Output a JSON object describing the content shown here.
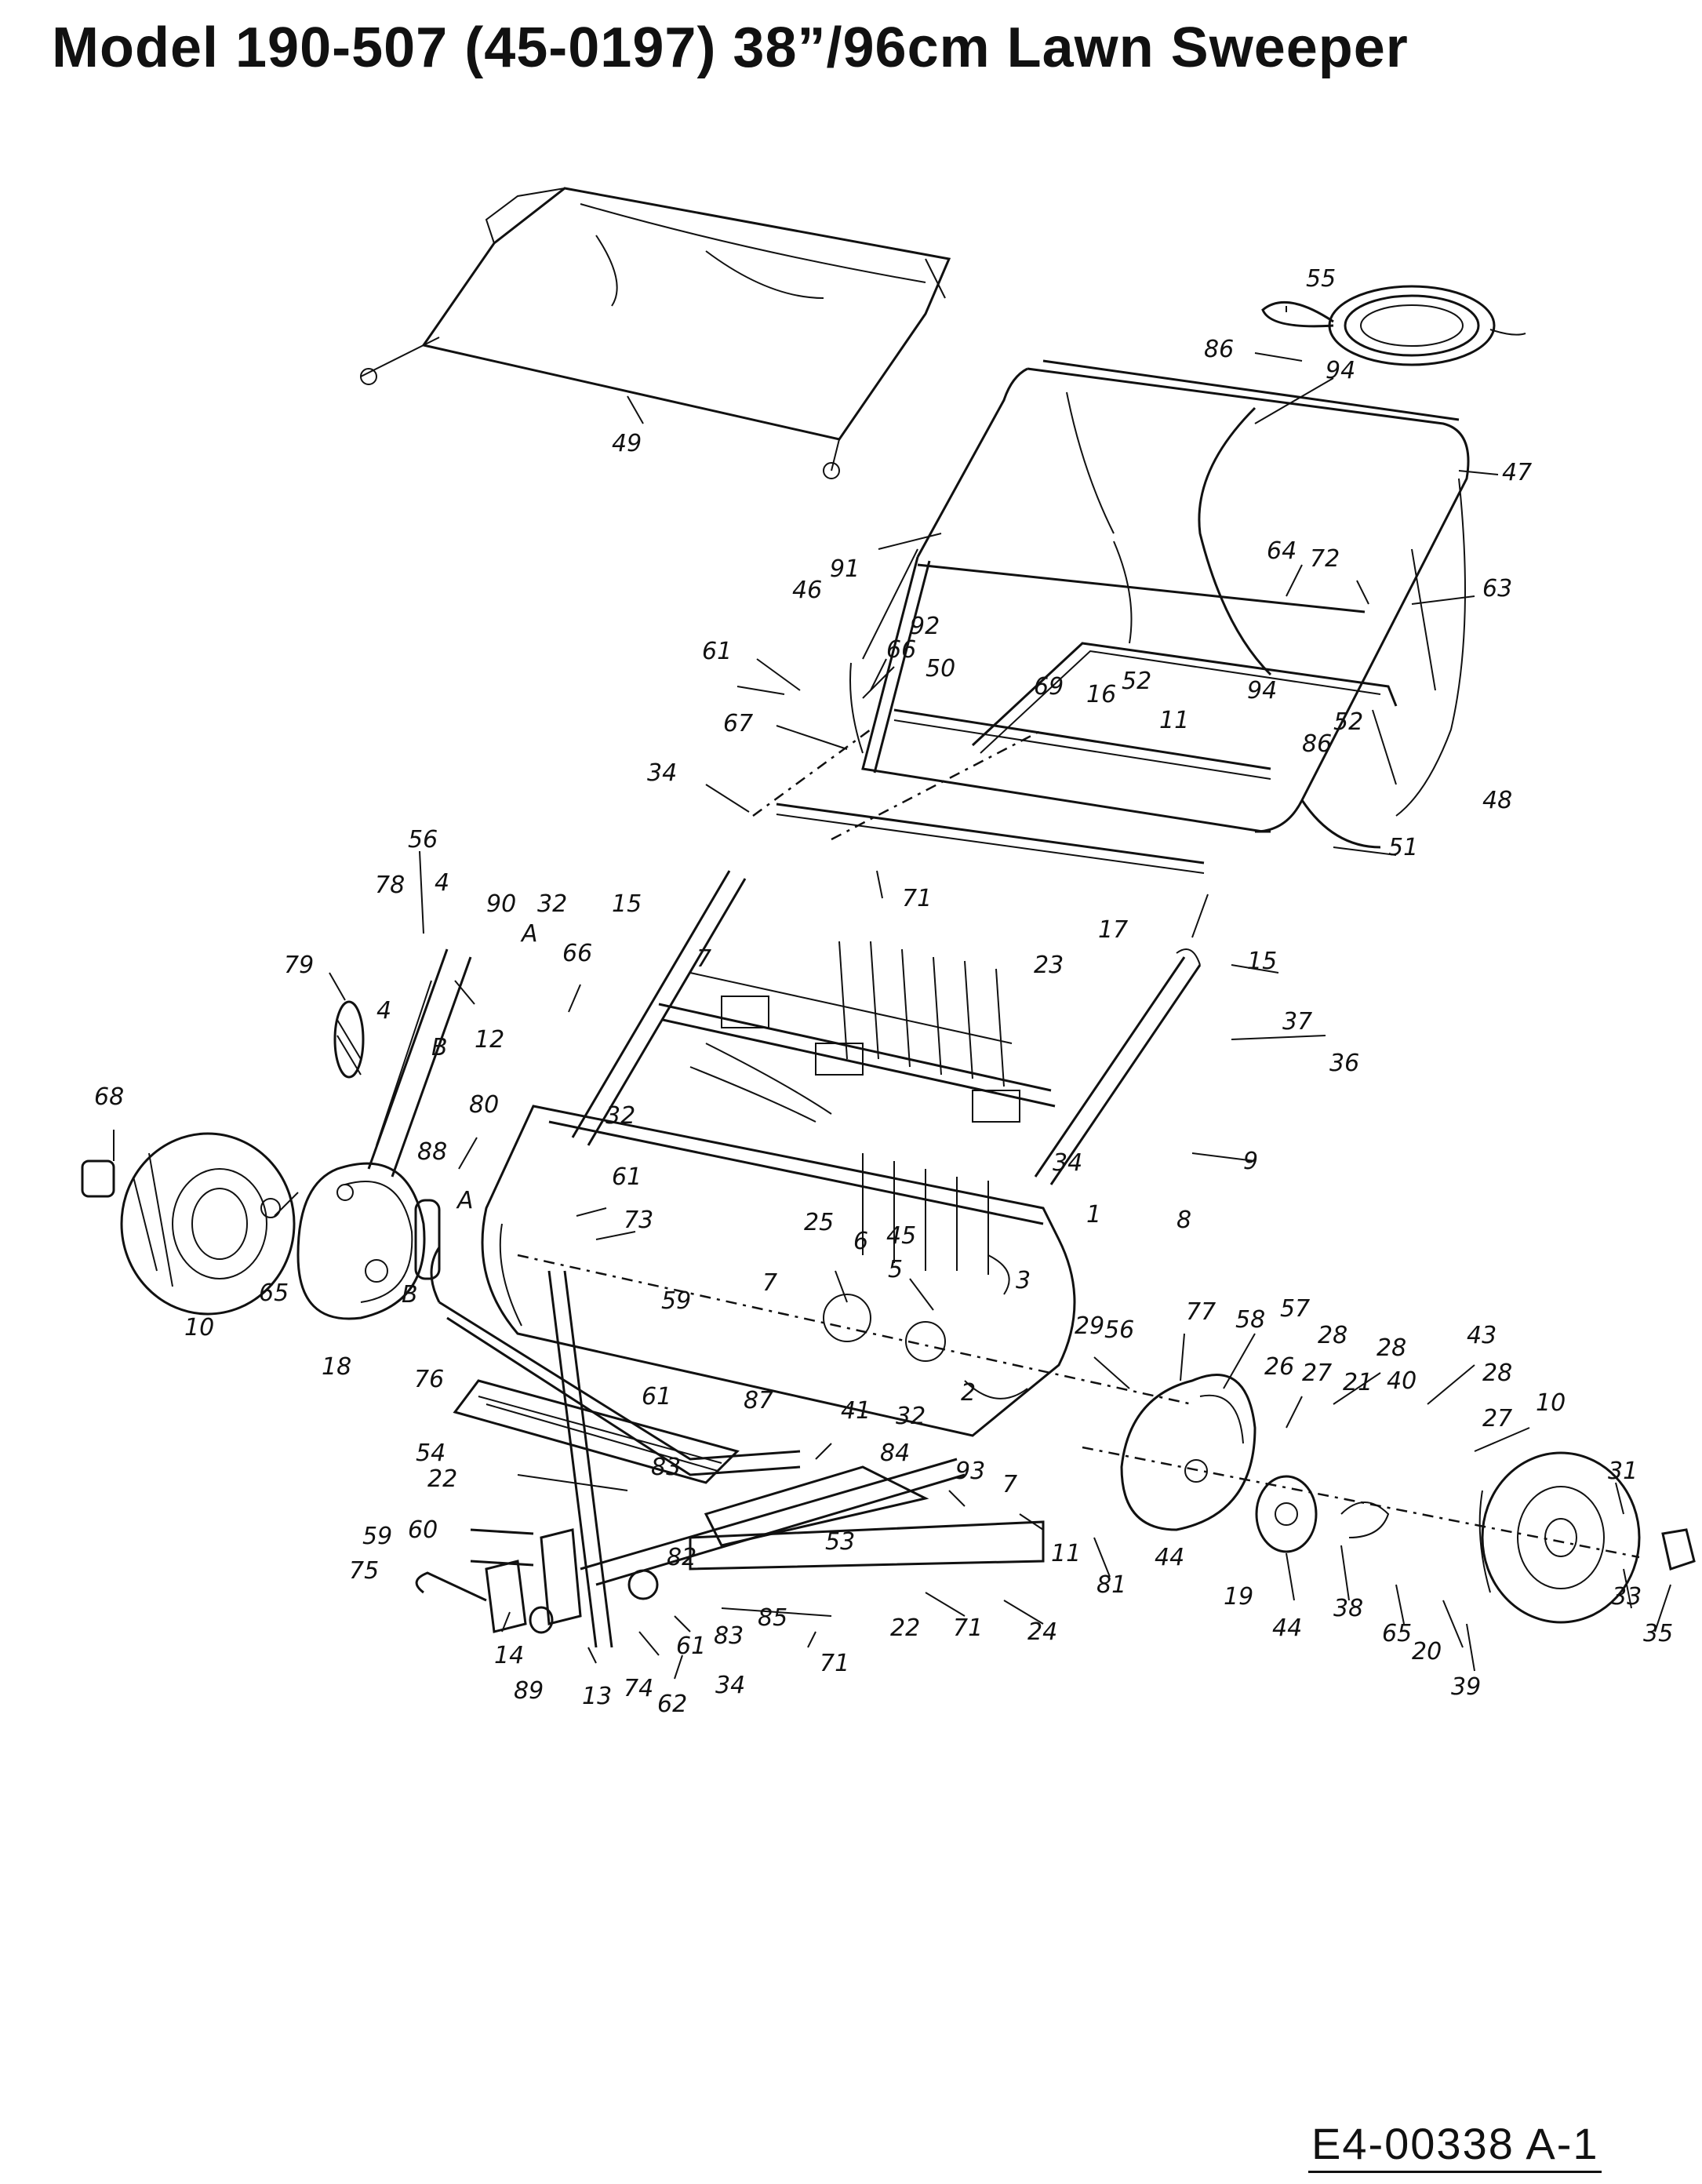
{
  "title": "Model 190-507 (45-0197) 38”/96cm Lawn Sweeper",
  "drawing_code": "E4-00338 A-1",
  "icons": [
    "hopper-cover",
    "hopper-frame",
    "tie-strap",
    "brush",
    "wheel",
    "gear-housing",
    "handle"
  ],
  "callouts": [
    {
      "id": "c1",
      "text": "55"
    },
    {
      "id": "c2",
      "text": "86"
    },
    {
      "id": "c3",
      "text": "94"
    },
    {
      "id": "c4",
      "text": "47"
    },
    {
      "id": "c5",
      "text": "49"
    },
    {
      "id": "c6",
      "text": "64"
    },
    {
      "id": "c7",
      "text": "72"
    },
    {
      "id": "c8",
      "text": "63"
    },
    {
      "id": "c9",
      "text": "91"
    },
    {
      "id": "c10",
      "text": "46"
    },
    {
      "id": "c11",
      "text": "92"
    },
    {
      "id": "c12",
      "text": "61"
    },
    {
      "id": "c13",
      "text": "66"
    },
    {
      "id": "c14",
      "text": "50"
    },
    {
      "id": "c15",
      "text": "69"
    },
    {
      "id": "c16",
      "text": "16"
    },
    {
      "id": "c17",
      "text": "52"
    },
    {
      "id": "c18",
      "text": "94"
    },
    {
      "id": "c19",
      "text": "52"
    },
    {
      "id": "c20",
      "text": "86"
    },
    {
      "id": "c21",
      "text": "67"
    },
    {
      "id": "c22",
      "text": "11"
    },
    {
      "id": "c23",
      "text": "48"
    },
    {
      "id": "c24",
      "text": "34"
    },
    {
      "id": "c25",
      "text": "51"
    },
    {
      "id": "c26",
      "text": "71"
    },
    {
      "id": "c27",
      "text": "17"
    },
    {
      "id": "c28",
      "text": "56"
    },
    {
      "id": "c29",
      "text": "78"
    },
    {
      "id": "c30",
      "text": "4"
    },
    {
      "id": "c31",
      "text": "90"
    },
    {
      "id": "c32",
      "text": "32"
    },
    {
      "id": "c33",
      "text": "A"
    },
    {
      "id": "c34",
      "text": "15"
    },
    {
      "id": "c35",
      "text": "79"
    },
    {
      "id": "c36",
      "text": "4"
    },
    {
      "id": "c37",
      "text": "B"
    },
    {
      "id": "c38",
      "text": "12"
    },
    {
      "id": "c39",
      "text": "66"
    },
    {
      "id": "c40",
      "text": "7"
    },
    {
      "id": "c41",
      "text": "23"
    },
    {
      "id": "c42",
      "text": "15"
    },
    {
      "id": "c43",
      "text": "37"
    },
    {
      "id": "c44",
      "text": "36"
    },
    {
      "id": "c45",
      "text": "68"
    },
    {
      "id": "c46",
      "text": "80"
    },
    {
      "id": "c47",
      "text": "32"
    },
    {
      "id": "c48",
      "text": "88"
    },
    {
      "id": "c49",
      "text": "61"
    },
    {
      "id": "c50",
      "text": "73"
    },
    {
      "id": "c51",
      "text": "A"
    },
    {
      "id": "c52",
      "text": "34"
    },
    {
      "id": "c53",
      "text": "9"
    },
    {
      "id": "c54",
      "text": "8"
    },
    {
      "id": "c55",
      "text": "1"
    },
    {
      "id": "c56",
      "text": "25"
    },
    {
      "id": "c57",
      "text": "6"
    },
    {
      "id": "c58",
      "text": "45"
    },
    {
      "id": "c59",
      "text": "5"
    },
    {
      "id": "c60",
      "text": "3"
    },
    {
      "id": "c61",
      "text": "7"
    },
    {
      "id": "c62",
      "text": "65"
    },
    {
      "id": "c63",
      "text": "10"
    },
    {
      "id": "c64",
      "text": "18"
    },
    {
      "id": "c65",
      "text": "B"
    },
    {
      "id": "c66",
      "text": "59"
    },
    {
      "id": "c67",
      "text": "76"
    },
    {
      "id": "c68",
      "text": "29"
    },
    {
      "id": "c69",
      "text": "56"
    },
    {
      "id": "c70",
      "text": "77"
    },
    {
      "id": "c71",
      "text": "58"
    },
    {
      "id": "c72",
      "text": "57"
    },
    {
      "id": "c73",
      "text": "28"
    },
    {
      "id": "c74",
      "text": "28"
    },
    {
      "id": "c75",
      "text": "43"
    },
    {
      "id": "c76",
      "text": "26"
    },
    {
      "id": "c77",
      "text": "27"
    },
    {
      "id": "c78",
      "text": "21"
    },
    {
      "id": "c79",
      "text": "40"
    },
    {
      "id": "c80",
      "text": "28"
    },
    {
      "id": "c81",
      "text": "10"
    },
    {
      "id": "c82",
      "text": "27"
    },
    {
      "id": "c83",
      "text": "2"
    },
    {
      "id": "c84",
      "text": "61"
    },
    {
      "id": "c85",
      "text": "87"
    },
    {
      "id": "c86",
      "text": "41"
    },
    {
      "id": "c87",
      "text": "32"
    },
    {
      "id": "c88",
      "text": "54"
    },
    {
      "id": "c89",
      "text": "22"
    },
    {
      "id": "c90",
      "text": "83"
    },
    {
      "id": "c91",
      "text": "84"
    },
    {
      "id": "c92",
      "text": "93"
    },
    {
      "id": "c93",
      "text": "7"
    },
    {
      "id": "c94",
      "text": "31"
    },
    {
      "id": "c95",
      "text": "59"
    },
    {
      "id": "c96",
      "text": "60"
    },
    {
      "id": "c97",
      "text": "75"
    },
    {
      "id": "c98",
      "text": "53"
    },
    {
      "id": "c99",
      "text": "82"
    },
    {
      "id": "c100",
      "text": "11"
    },
    {
      "id": "c101",
      "text": "81"
    },
    {
      "id": "c102",
      "text": "44"
    },
    {
      "id": "c103",
      "text": "33"
    },
    {
      "id": "c104",
      "text": "35"
    },
    {
      "id": "c105",
      "text": "19"
    },
    {
      "id": "c106",
      "text": "38"
    },
    {
      "id": "c107",
      "text": "65"
    },
    {
      "id": "c108",
      "text": "20"
    },
    {
      "id": "c109",
      "text": "39"
    },
    {
      "id": "c110",
      "text": "85"
    },
    {
      "id": "c111",
      "text": "83"
    },
    {
      "id": "c112",
      "text": "44"
    },
    {
      "id": "c113",
      "text": "14"
    },
    {
      "id": "c114",
      "text": "89"
    },
    {
      "id": "c115",
      "text": "13"
    },
    {
      "id": "c116",
      "text": "74"
    },
    {
      "id": "c117",
      "text": "62"
    },
    {
      "id": "c118",
      "text": "61"
    },
    {
      "id": "c119",
      "text": "34"
    },
    {
      "id": "c120",
      "text": "71"
    },
    {
      "id": "c121",
      "text": "22"
    },
    {
      "id": "c122",
      "text": "71"
    },
    {
      "id": "c123",
      "text": "24"
    }
  ]
}
